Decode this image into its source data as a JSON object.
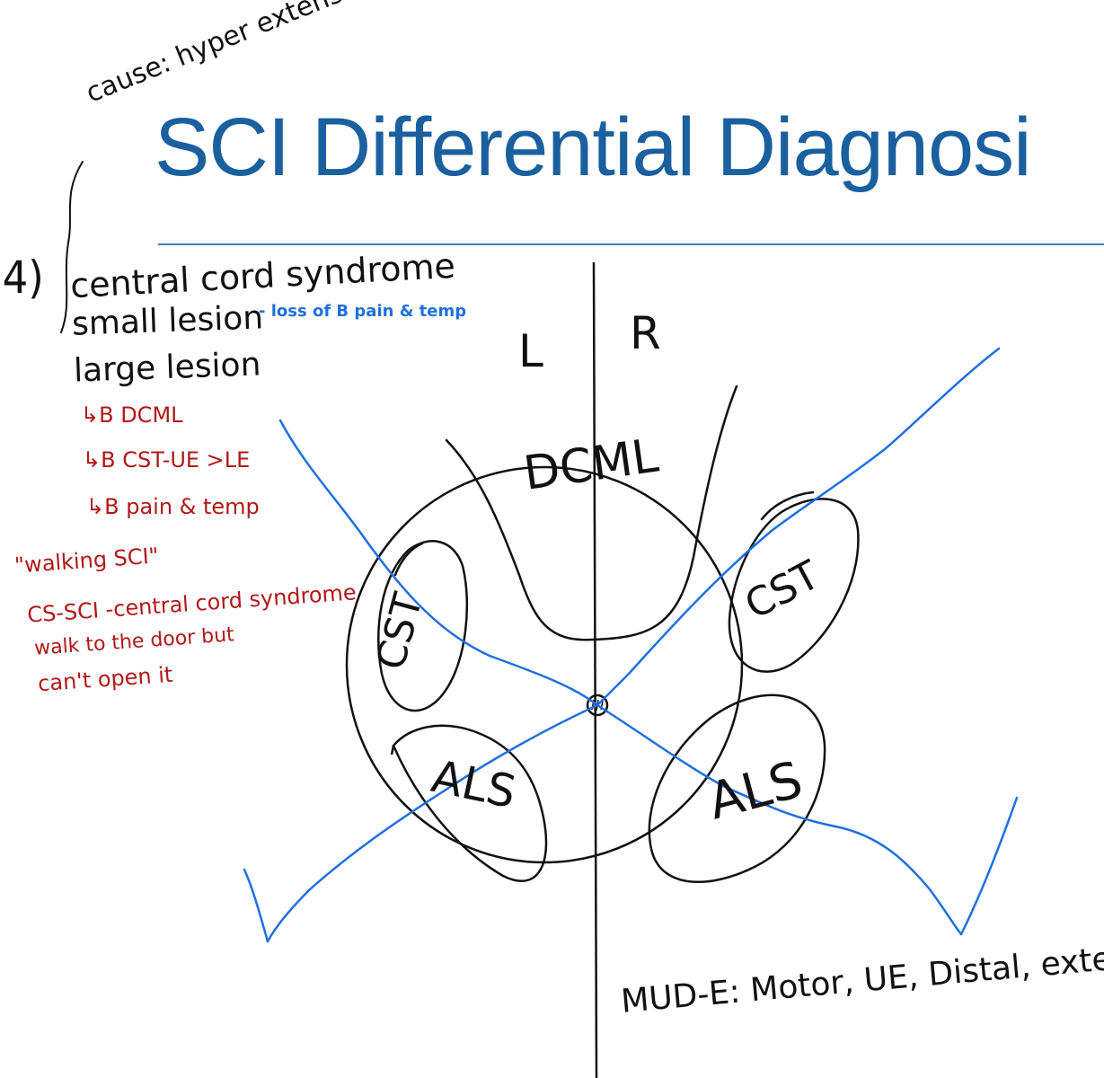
{
  "slide": {
    "title": "SCI Differential Diagnosi"
  },
  "annotations": {
    "cause": "cause: hyper extension",
    "number": "4)",
    "central_cord": "central cord syndrome",
    "small_lesion": "small lesion",
    "small_lesion_note": "- loss of B pain & temp",
    "large_lesion": "large lesion",
    "large_items": [
      "↳B DCML",
      "↳B CST-UE >LE",
      "↳B pain & temp"
    ],
    "walking_sci": "\"walking SCI\"",
    "cs_sci": "CS-SCI -central cord syndrome",
    "walk_door_1": "walk to the door but",
    "walk_door_2": "can't open it",
    "mud_e": "MUD-E: Motor, UE, Distal, extension"
  },
  "diagram": {
    "left_label": "L",
    "right_label": "R",
    "dcml_label": "DCML",
    "cst_left_label": "CST",
    "cst_right_label": "CST",
    "als_left_label": "ALS",
    "als_right_label": "ALS",
    "ink_color": "#111111",
    "lesion_color": "#1f6fe0"
  }
}
